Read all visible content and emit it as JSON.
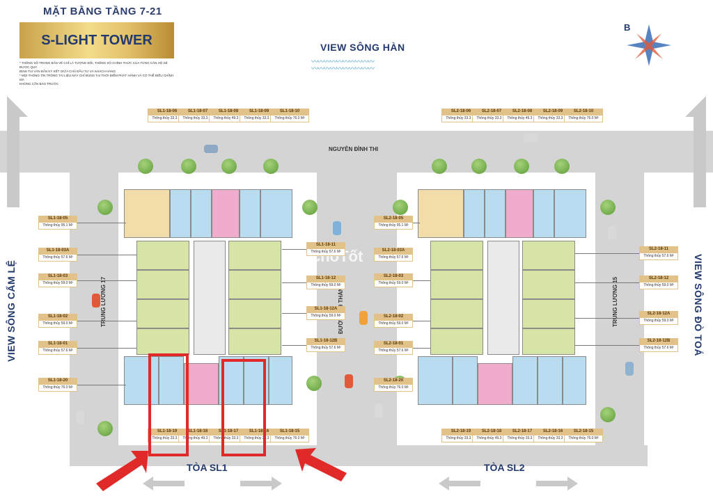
{
  "header": {
    "title": "MẶT BẰNG TẦNG 7-21",
    "project": "S-LIGHT TOWER",
    "notes": [
      "* THÔNG SỐ TRONG BẢN VẼ CHỈ LÀ TƯỢNG ĐỐI, THÔNG SỐ CHÍNH THỨC CỦA TỪNG CĂN HỘ SẼ ĐƯỢC QUY",
      "ĐỊNH TẠI VĂN BẢN KÝ KẾT GIỮA CHỦ ĐẦU TƯ VÀ KHÁCH HÀNG",
      "* MỌI THÔNG TIN TRONG TÀI LIỆU NÀY CHỈ ĐÚNG TẠI THỜI ĐIỂM PHÁT HÀNH VÀ CÓ THỂ ĐIỀU CHỈNH MÀ",
      "KHÔNG CẦN BÁO TRƯỚC"
    ],
    "logo_letter": "B"
  },
  "views": {
    "top": "VIEW SÔNG HÀN",
    "left": "VIEW SÔNG CẨM LỆ",
    "right": "VIEW SÔNG ĐÒ TOÁ"
  },
  "roads": {
    "top": "NGUYỄN ĐÌNH THI",
    "left": "TRUNG LƯƠNG 17",
    "middle": "ĐƯỜNG 29 THÁNG 3",
    "right": "TRUNG LƯƠNG 15"
  },
  "towers": {
    "sl1": "TÒA SL1",
    "sl2": "TÒA SL2"
  },
  "watermark": "choTốt",
  "area_label": "Thông thủy",
  "sl1_tags": {
    "top": [
      {
        "code": "SL1-18-06",
        "area": "33.3 M²"
      },
      {
        "code": "SL1-18-07",
        "area": "33.3 M²"
      },
      {
        "code": "SL1-18-08",
        "area": "49.3 M²"
      },
      {
        "code": "SL1-18-09",
        "area": "33.3 M²"
      },
      {
        "code": "SL1-18-10",
        "area": "76.0 M²"
      }
    ],
    "left": [
      {
        "code": "SL1-18-05",
        "area": "95.1 M²"
      },
      {
        "code": "SL1-18-03A",
        "area": "57.6 M²"
      },
      {
        "code": "SL1-18-03",
        "area": "59.0 M²"
      },
      {
        "code": "SL1-18-02",
        "area": "59.0 M²"
      },
      {
        "code": "SL1-18-01",
        "area": "57.6 M²"
      },
      {
        "code": "SL1-18-20",
        "area": "76.0 M²"
      }
    ],
    "right": [
      {
        "code": "SL1-18-11",
        "area": "57.6 M²"
      },
      {
        "code": "SL1-18-12",
        "area": "59.0 M²"
      },
      {
        "code": "SL1-18-12A",
        "area": "59.0 M²"
      },
      {
        "code": "SL1-18-12B",
        "area": "57.6 M²"
      }
    ],
    "bottom": [
      {
        "code": "SL1-18-19",
        "area": "33.3 M²"
      },
      {
        "code": "SL1-18-18",
        "area": "49.3 M²"
      },
      {
        "code": "SL1-18-17",
        "area": "33.3 M²"
      },
      {
        "code": "SL1-18-16",
        "area": "33.3 M²"
      },
      {
        "code": "SL1-18-15",
        "area": "76.0 M²"
      }
    ]
  },
  "sl2_tags": {
    "top": [
      {
        "code": "SL2-18-06",
        "area": "33.3 M²"
      },
      {
        "code": "SL2-18-07",
        "area": "33.3 M²"
      },
      {
        "code": "SL2-18-08",
        "area": "49.3 M²"
      },
      {
        "code": "SL2-18-09",
        "area": "33.3 M²"
      },
      {
        "code": "SL2-18-10",
        "area": "76.0 M²"
      }
    ],
    "left": [
      {
        "code": "SL2-18-05",
        "area": "95.1 M²"
      },
      {
        "code": "SL2-18-03A",
        "area": "57.6 M²"
      },
      {
        "code": "SL2-18-03",
        "area": "59.0 M²"
      },
      {
        "code": "SL2-18-02",
        "area": "59.0 M²"
      },
      {
        "code": "SL2-18-01",
        "area": "57.6 M²"
      },
      {
        "code": "SL2-18-20",
        "area": "76.0 M²"
      }
    ],
    "right": [
      {
        "code": "SL2-18-11",
        "area": "57.6 M²"
      },
      {
        "code": "SL2-18-12",
        "area": "59.0 M²"
      },
      {
        "code": "SL2-18-12A",
        "area": "59.0 M²"
      },
      {
        "code": "SL2-18-12B",
        "area": "57.6 M²"
      }
    ],
    "bottom": [
      {
        "code": "SL2-18-19",
        "area": "33.3 M²"
      },
      {
        "code": "SL2-18-18",
        "area": "49.3 M²"
      },
      {
        "code": "SL2-18-17",
        "area": "33.3 M²"
      },
      {
        "code": "SL2-18-16",
        "area": "33.3 M²"
      },
      {
        "code": "SL2-18-15",
        "area": "76.0 M²"
      }
    ]
  },
  "colors": {
    "navy": "#233a6e",
    "gold": "#e2c289",
    "road": "#d4d4d4",
    "highlight": "#e02a2a"
  }
}
